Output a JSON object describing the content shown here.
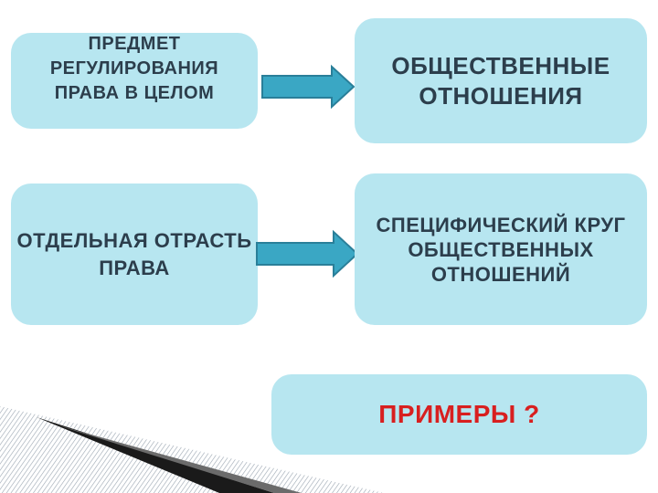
{
  "boxes": {
    "b1": "ПРЕДМЕТ РЕГУЛИРОВАНИЯ ПРАВА В ЦЕЛОМ",
    "b2": "ОБЩЕСТВЕННЫЕ ОТНОШЕНИЯ",
    "b3": "ОТДЕЛЬНАЯ ОТРАСТЬ ПРАВА",
    "b4": "СПЕЦИФИЧЕСКИЙ КРУГ ОБЩЕСТВЕННЫХ ОТНОШЕНИЙ",
    "b5": "ПРИМЕРЫ ?"
  },
  "colors": {
    "box_fill": "#b7e6f0",
    "text": "#2c3e4c",
    "accent_red": "#d81f1f",
    "arrow": "#3aa7c4"
  }
}
